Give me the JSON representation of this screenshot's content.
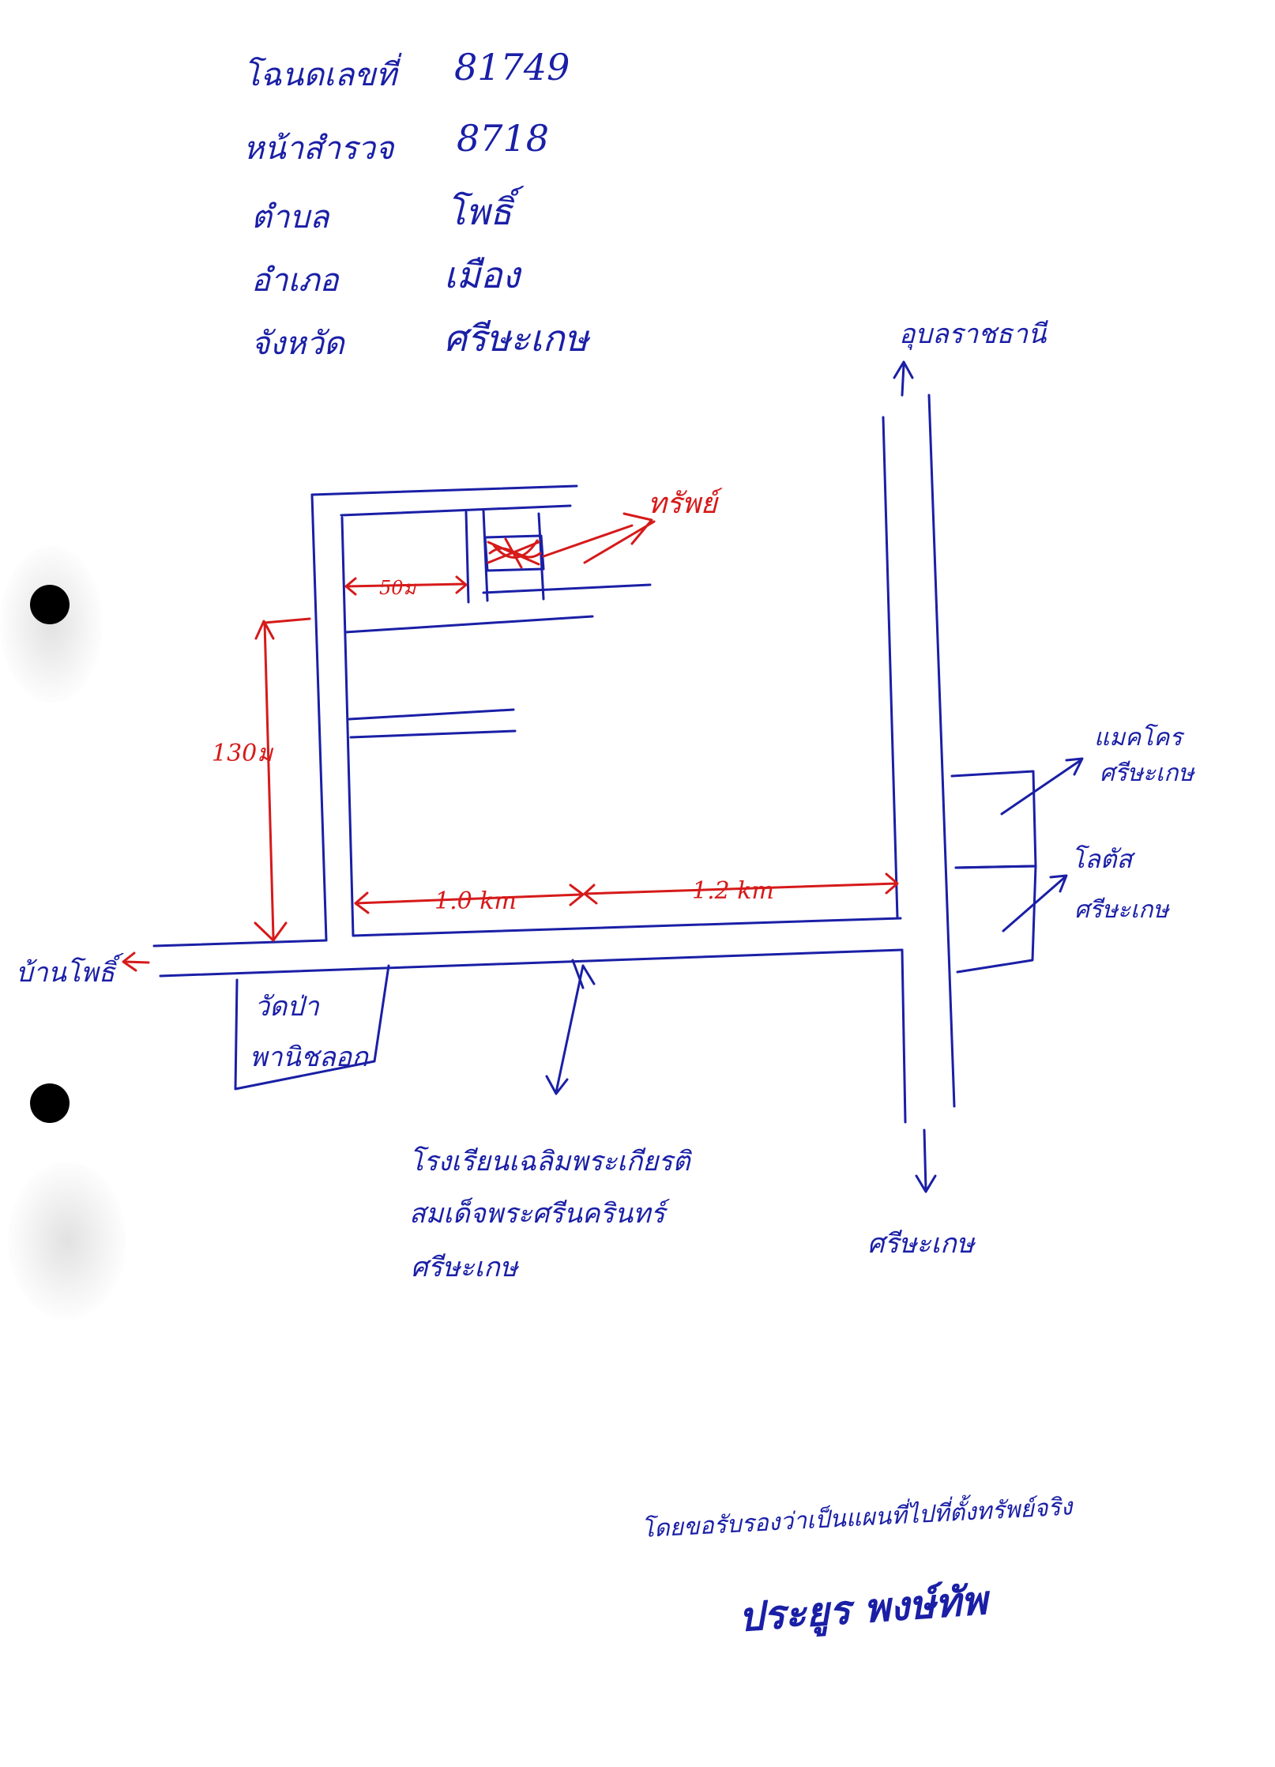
{
  "header": {
    "rows": [
      {
        "label": "โฉนดเลขที่",
        "value": "81749"
      },
      {
        "label": "หน้าสำรวจ",
        "value": "8718"
      },
      {
        "label": "ตำบล",
        "value": "โพธิ์"
      },
      {
        "label": "อำเภอ",
        "value": "เมือง"
      },
      {
        "label": "จังหวัด",
        "value": "ศรีษะเกษ"
      }
    ]
  },
  "map": {
    "north_direction": "อุบลราชธานี",
    "south_direction": "ศรีษะเกษ",
    "west_direction": "บ้านโพธิ์",
    "property_label": "ทรัพย์",
    "distance_50m": "50ม",
    "distance_130m": "130ม",
    "distance_1_0km": "1.0 km",
    "distance_1_2km": "1.2 km",
    "temple": [
      "วัดป่า",
      "พานิชลอก"
    ],
    "school": [
      "โรงเรียนเฉลิมพระเกียรติ",
      "สมเด็จพระศรีนครินทร์",
      "ศรีษะเกษ"
    ],
    "makro": [
      "แมคโคร",
      "ศรีษะเกษ"
    ],
    "lotus": [
      "โลตัส",
      "ศรีษะเกษ"
    ]
  },
  "signature": {
    "certification": "โดยขอรับรองว่าเป็นแผนที่ไปที่ตั้งทรัพย์จริง",
    "name": "ประยูร พงษ์ทัพ"
  },
  "colors": {
    "ink_blue": "#1a1fa6",
    "ink_red": "#d61a1a"
  }
}
